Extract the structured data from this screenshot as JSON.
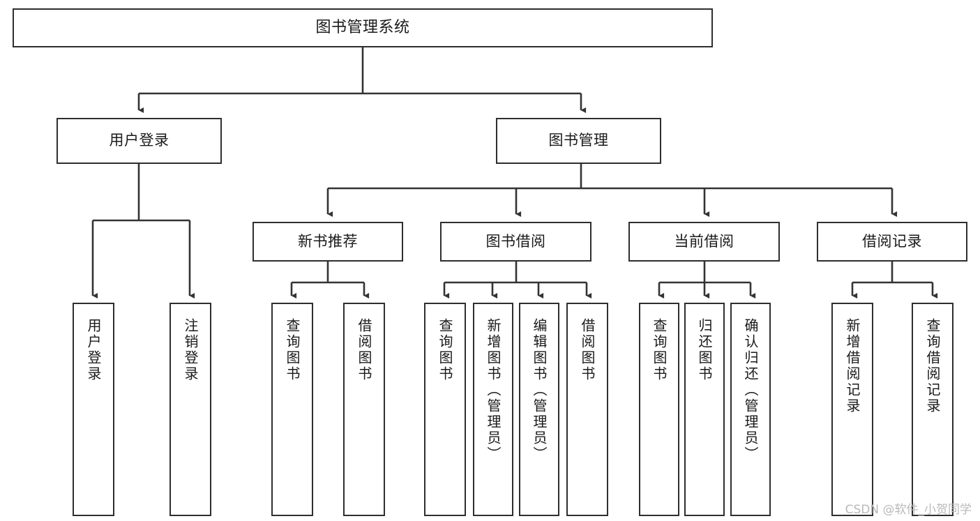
{
  "diagram": {
    "title": "图书管理系统",
    "type": "hierarchy-tree",
    "colors": {
      "box_border": "#2e2e2e",
      "box_fill": "#ffffff",
      "line": "#333333",
      "text": "#1a1a1a",
      "watermark": "#b9b9b9",
      "background": "#ffffff"
    },
    "root": {
      "label": "图书管理系统"
    },
    "level2": [
      {
        "label": "用户登录"
      },
      {
        "label": "图书管理"
      }
    ],
    "level3": [
      {
        "label": "新书推荐"
      },
      {
        "label": "图书借阅"
      },
      {
        "label": "当前借阅"
      },
      {
        "label": "借阅记录"
      }
    ],
    "leaves": {
      "user_login": [
        {
          "label": "用户登录"
        },
        {
          "label": "注销登录"
        }
      ],
      "new_book_recommend": [
        {
          "label": "查询图书"
        },
        {
          "label": "借阅图书"
        }
      ],
      "book_borrow": [
        {
          "label": "查询图书"
        },
        {
          "label": "新增图书（管理员）"
        },
        {
          "label": "编辑图书（管理员）"
        },
        {
          "label": "借阅图书"
        }
      ],
      "current_borrow": [
        {
          "label": "查询图书"
        },
        {
          "label": "归还图书"
        },
        {
          "label": "确认归还（管理员）"
        }
      ],
      "borrow_record": [
        {
          "label": "新增借阅记录"
        },
        {
          "label": "查询借阅记录"
        }
      ]
    },
    "watermark": "CSDN @软件_小贺同学"
  }
}
